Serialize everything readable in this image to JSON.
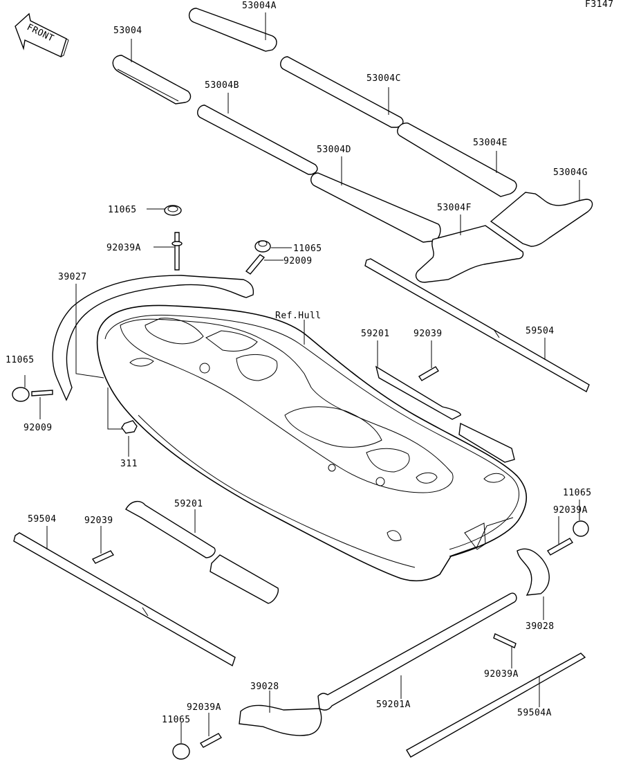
{
  "figure_code": "F3147",
  "front_arrow_label": "FRONT",
  "ref_label": "Ref.Hull",
  "labels": {
    "p53004A": "53004A",
    "p53004": "53004",
    "p53004B": "53004B",
    "p53004C": "53004C",
    "p53004D": "53004D",
    "p53004E": "53004E",
    "p53004F": "53004F",
    "p53004G": "53004G",
    "p11065_a": "11065",
    "p92039A_a": "92039A",
    "p11065_b": "11065",
    "p92009_a": "92009",
    "p39027": "39027",
    "p11065_c": "11065",
    "p92009_b": "92009",
    "p311": "311",
    "p59201_r": "59201",
    "p92039_r": "92039",
    "p59504_r": "59504",
    "p59504_l": "59504",
    "p92039_l": "92039",
    "p59201_l": "59201",
    "p11065_d": "11065",
    "p92039A_b": "92039A",
    "p39028_a": "39028",
    "p92039A_c": "92039A",
    "p59201A": "59201A",
    "p59504A": "59504A",
    "p39028_b": "39028",
    "p92039A_d": "92039A",
    "p11065_e": "11065"
  }
}
